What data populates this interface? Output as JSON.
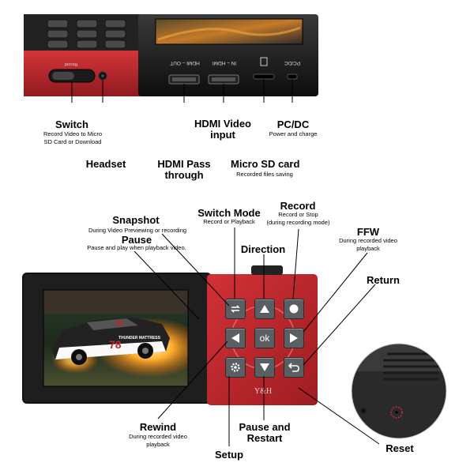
{
  "top_device": {
    "port_labels": {
      "hdmi_out": "HDMI – OUT",
      "hdmi_in": "IN – HDMI",
      "pc_dc": "PC/DC",
      "record_switch": "Record",
      "micro_sd_symbol": "▭"
    }
  },
  "top_callouts": {
    "switch": {
      "title": "Switch",
      "desc": "Record Video to Micro\nSD Card or Download"
    },
    "headset": {
      "title": "Headset"
    },
    "hdmi_pass": {
      "title": "HDMI Pass\nthrough"
    },
    "hdmi_input": {
      "title": "HDMI Video\ninput"
    },
    "micro_sd": {
      "title": "Micro SD card",
      "desc": "Recorded files saving"
    },
    "pc_dc": {
      "title": "PC/DC",
      "desc": "Power and charge"
    }
  },
  "bottom_callouts": {
    "snapshot": {
      "title": "Snapshot",
      "desc": "During Video Previewing or recording"
    },
    "pause": {
      "title": "Pause",
      "desc": "Pause and play when playback video."
    },
    "switch_mode": {
      "title": "Switch Mode",
      "desc": "Record or Playback"
    },
    "record": {
      "title": "Record",
      "desc": "Record or Stop\n(during recording mode)"
    },
    "ffw": {
      "title": "FFW",
      "desc": "During recorded video\nplayback"
    },
    "direction": {
      "title": "Direction"
    },
    "return": {
      "title": "Return"
    },
    "rewind": {
      "title": "Rewind",
      "desc": "During recorded video\nplayback"
    },
    "pause_restart": {
      "title": "Pause and\nRestart"
    },
    "setup": {
      "title": "Setup"
    },
    "reset": {
      "title": "Reset"
    }
  },
  "device": {
    "ok_label": "ok",
    "brand": "Y&H",
    "car_text": "THUNDER MATTRESS",
    "car_number": "78"
  },
  "colors": {
    "body_red": "#c0272d",
    "button_gray": "#555a5e",
    "screen_bezel": "#111111"
  }
}
